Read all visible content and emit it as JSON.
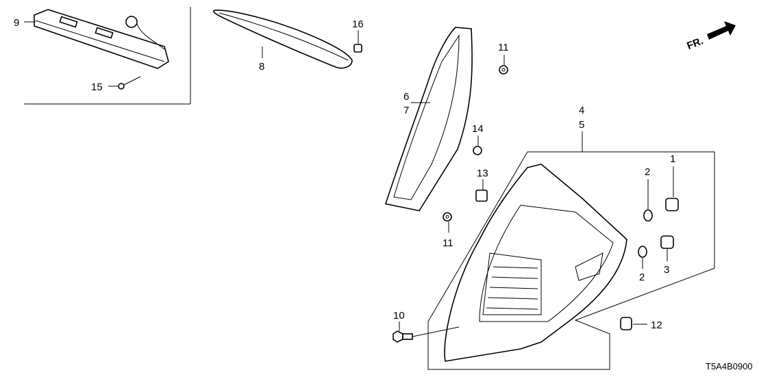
{
  "diagram": {
    "title_code": "T5A4B0900",
    "direction_label": "FR.",
    "callouts": {
      "c9": "9",
      "c15": "15",
      "c8": "8",
      "c16": "16",
      "c11a": "11",
      "c6": "6",
      "c7": "7",
      "c14": "14",
      "c13": "13",
      "c11b": "11",
      "c4": "4",
      "c5": "5",
      "c1": "1",
      "c2a": "2",
      "c3": "3",
      "c2b": "2",
      "c10": "10",
      "c12": "12"
    }
  }
}
